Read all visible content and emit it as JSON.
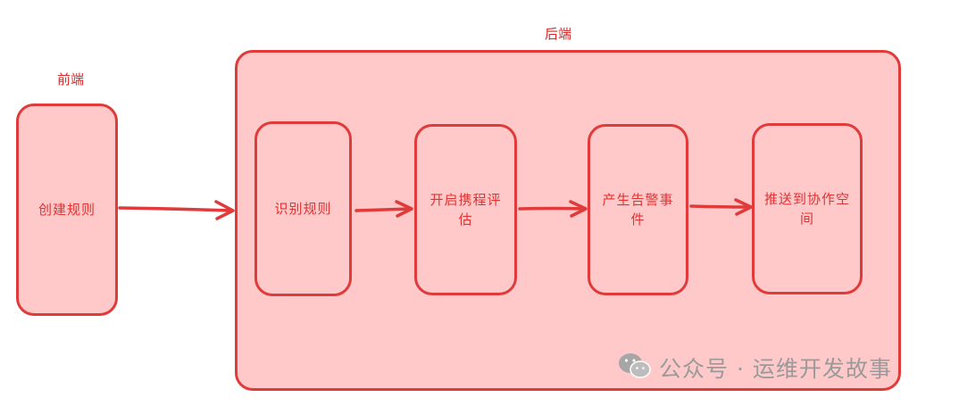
{
  "labels": {
    "frontend": "前端",
    "backend": "后端"
  },
  "boxes": {
    "create_rule": "创建规则",
    "identify_rule": "识别规则",
    "start_evaluation": "开启携程评估",
    "generate_alert": "产生告警事件",
    "push_workspace": "推送到协作空间"
  },
  "watermark": {
    "icon": "wechat-icon",
    "text": "公众号 · 运维开发故事"
  },
  "colors": {
    "fill": "#ffc8c9",
    "stroke": "#e03a3a",
    "text": "#e23232",
    "watermark": "#9a9a9a"
  }
}
